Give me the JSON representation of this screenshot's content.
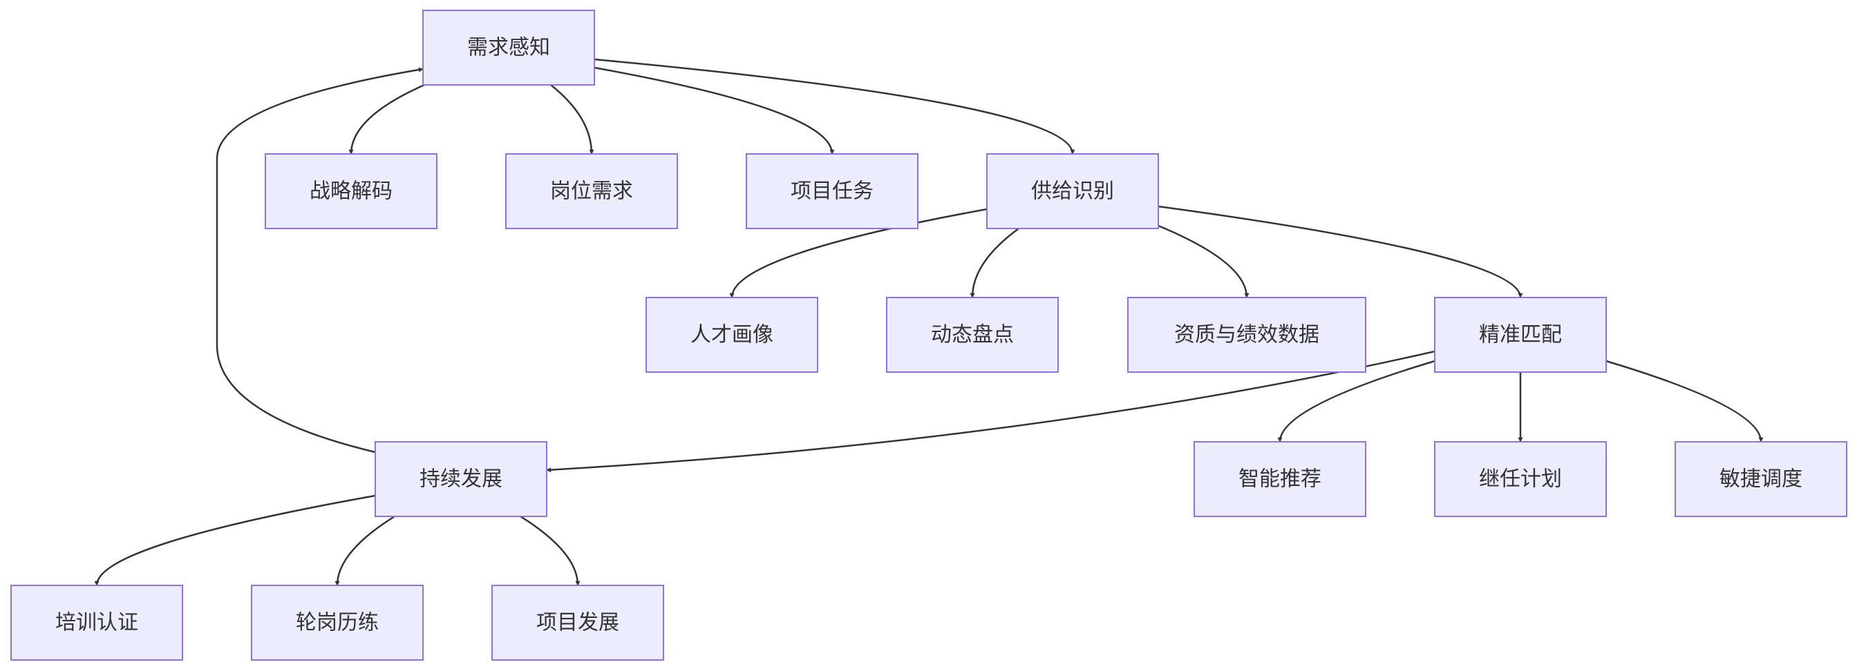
{
  "colors": {
    "node_fill": "#ececff",
    "node_stroke": "#9370db",
    "edge": "#333333",
    "text": "#333333"
  },
  "nodes": {
    "n1": {
      "label": "需求感知"
    },
    "n2": {
      "label": "战略解码"
    },
    "n3": {
      "label": "岗位需求"
    },
    "n4": {
      "label": "项目任务"
    },
    "n5": {
      "label": "供给识别"
    },
    "n6": {
      "label": "人才画像"
    },
    "n7": {
      "label": "动态盘点"
    },
    "n8": {
      "label": "资质与绩效数据"
    },
    "n9": {
      "label": "精准匹配"
    },
    "n10": {
      "label": "持续发展"
    },
    "n11": {
      "label": "智能推荐"
    },
    "n12": {
      "label": "继任计划"
    },
    "n13": {
      "label": "敏捷调度"
    },
    "n14": {
      "label": "培训认证"
    },
    "n15": {
      "label": "轮岗历练"
    },
    "n16": {
      "label": "项目发展"
    }
  },
  "edges": [
    {
      "from": "n1",
      "to": "n2"
    },
    {
      "from": "n1",
      "to": "n3"
    },
    {
      "from": "n1",
      "to": "n4"
    },
    {
      "from": "n1",
      "to": "n5"
    },
    {
      "from": "n5",
      "to": "n6"
    },
    {
      "from": "n5",
      "to": "n7"
    },
    {
      "from": "n5",
      "to": "n8"
    },
    {
      "from": "n5",
      "to": "n9"
    },
    {
      "from": "n9",
      "to": "n10"
    },
    {
      "from": "n9",
      "to": "n11"
    },
    {
      "from": "n9",
      "to": "n12"
    },
    {
      "from": "n9",
      "to": "n13"
    },
    {
      "from": "n10",
      "to": "n14"
    },
    {
      "from": "n10",
      "to": "n15"
    },
    {
      "from": "n10",
      "to": "n16"
    },
    {
      "from": "n10",
      "to": "n1"
    }
  ]
}
